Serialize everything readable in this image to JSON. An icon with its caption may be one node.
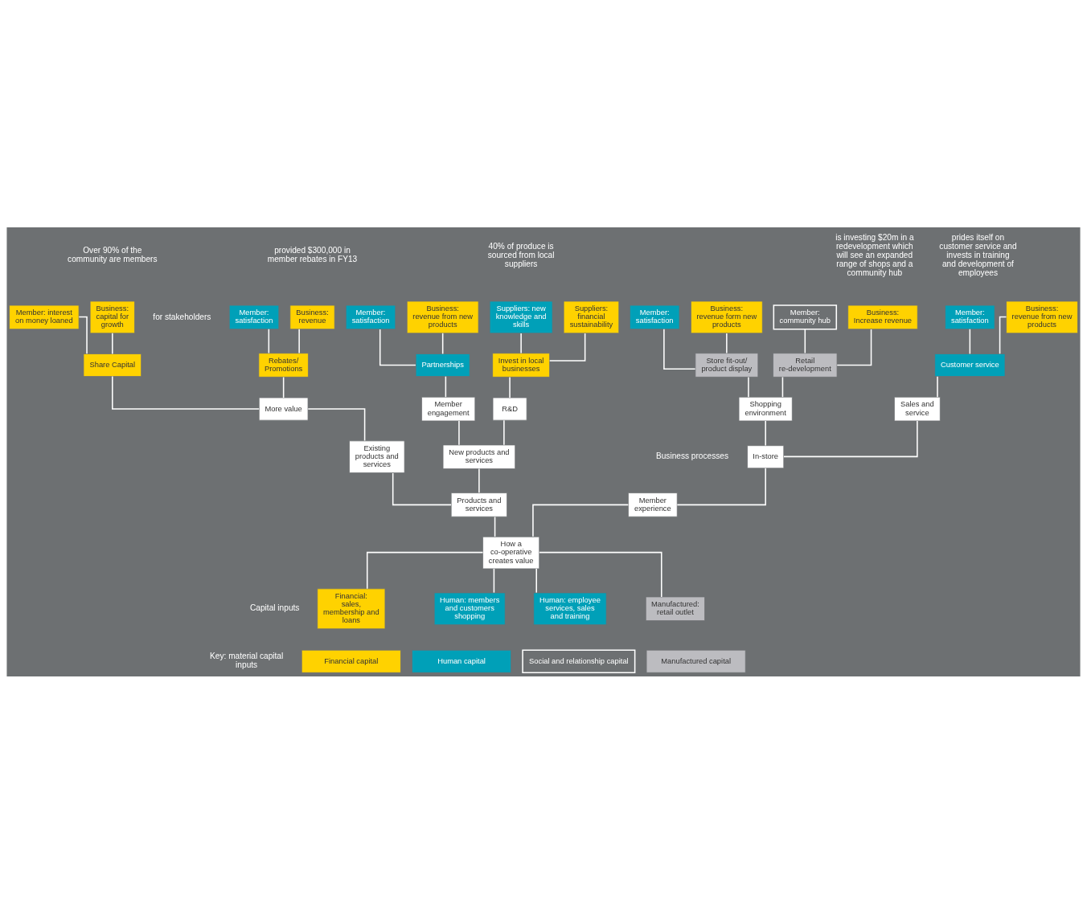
{
  "diagram": {
    "nodes": [
      {
        "text": [
          "Member: satisfaction"
        ]
      },
      {
        "text": [
          "Business: revenue"
        ]
      },
      {
        "text": [
          "Member: interest on money loaned"
        ]
      },
      {
        "text": [
          "Business: capital for growth"
        ]
      },
      {
        "text": [
          "Suppliers: financial sustainability"
        ]
      },
      {
        "text": [
          "Suppliers: new knowledge and skills"
        ]
      },
      {
        "text": [
          "Business: revenue from new products"
        ]
      },
      {
        "text": [
          "Member: satisfaction"
        ]
      },
      {
        "text": [
          "Business: revenue from new products"
        ]
      },
      {
        "text": [
          "Member: satisfaction"
        ]
      },
      {
        "text": [
          "Business: revenue form new products"
        ]
      },
      {
        "text": [
          "Member: satisfaction"
        ]
      },
      {
        "text": [
          "Business: Increase revenue"
        ]
      },
      {
        "text": [
          "Member: community hub"
        ]
      },
      {
        "text": [
          "Rebates/ Promotions"
        ]
      },
      {
        "text": [
          "Share Capital"
        ]
      },
      {
        "text": [
          "Invest in local businesses"
        ]
      },
      {
        "text": [
          "Partnerships"
        ]
      },
      {
        "text": [
          "Customer service"
        ]
      },
      {
        "text": [
          "Store fit-out/ product display"
        ]
      },
      {
        "text": [
          "Retail re-development"
        ]
      },
      {
        "text": [
          "More value"
        ]
      },
      {
        "text": [
          "R&D"
        ]
      },
      {
        "text": [
          "Member engagement"
        ]
      },
      {
        "text": [
          "Sales and service"
        ]
      },
      {
        "text": [
          "Shopping environment"
        ]
      },
      {
        "text": [
          "Existing products and services"
        ]
      },
      {
        "text": [
          "New products and services"
        ]
      },
      {
        "text": [
          "In-store"
        ]
      },
      {
        "text": [
          "Products and services"
        ]
      },
      {
        "text": [
          "Member experience"
        ]
      },
      {
        "text": [
          "How a co-operative creates value"
        ]
      },
      {
        "text": [
          "Financial: sales, membership and loans"
        ]
      },
      {
        "text": [
          "Human: members and customers shopping"
        ]
      },
      {
        "text": [
          "Human: employee services, sales and training"
        ]
      },
      {
        "text": [
          "Manufactured: retail outlet"
        ]
      }
    ],
    "edges": [
      {
        "from": 32,
        "to": 31,
        "arrow": "none"
      },
      {
        "from": 33,
        "to": 31,
        "arrow": "none"
      },
      {
        "from": 34,
        "to": 31,
        "arrow": "none"
      },
      {
        "from": 35,
        "to": 31,
        "arrow": "none"
      },
      {
        "from": 31,
        "to": 29,
        "arrow": "none"
      },
      {
        "from": 31,
        "to": 30,
        "arrow": "none"
      },
      {
        "from": 29,
        "to": 26,
        "arrow": "none"
      },
      {
        "from": 29,
        "to": 27,
        "arrow": "none"
      },
      {
        "from": 30,
        "to": 28,
        "arrow": "none"
      },
      {
        "from": 26,
        "to": 21,
        "arrow": "none"
      },
      {
        "from": 27,
        "to": 22,
        "arrow": "none"
      },
      {
        "from": 27,
        "to": 23,
        "arrow": "none"
      },
      {
        "from": 28,
        "to": 24,
        "arrow": "none"
      },
      {
        "from": 28,
        "to": 25,
        "arrow": "none"
      },
      {
        "from": 21,
        "to": 14,
        "arrow": "none"
      },
      {
        "from": 21,
        "to": 15,
        "arrow": "none"
      },
      {
        "from": 22,
        "to": 16,
        "arrow": "none"
      },
      {
        "from": 23,
        "to": 17,
        "arrow": "none"
      },
      {
        "from": 24,
        "to": 18,
        "arrow": "none"
      },
      {
        "from": 25,
        "to": 19,
        "arrow": "none"
      },
      {
        "from": 25,
        "to": 20,
        "arrow": "none"
      },
      {
        "from": 14,
        "to": 0,
        "arrow": "none"
      },
      {
        "from": 14,
        "to": 1,
        "arrow": "none"
      },
      {
        "from": 15,
        "to": 2,
        "arrow": "none"
      },
      {
        "from": 15,
        "to": 3,
        "arrow": "none"
      },
      {
        "from": 16,
        "to": 4,
        "arrow": "none"
      },
      {
        "from": 16,
        "to": 5,
        "arrow": "none"
      },
      {
        "from": 17,
        "to": 6,
        "arrow": "none"
      },
      {
        "from": 17,
        "to": 7,
        "arrow": "none"
      },
      {
        "from": 18,
        "to": 8,
        "arrow": "none"
      },
      {
        "from": 18,
        "to": 9,
        "arrow": "none"
      },
      {
        "from": 19,
        "to": 10,
        "arrow": "none"
      },
      {
        "from": 19,
        "to": 11,
        "arrow": "none"
      },
      {
        "from": 20,
        "to": 12,
        "arrow": "none"
      },
      {
        "from": 20,
        "to": 13,
        "arrow": "none"
      }
    ],
    "labels": [
      "provided $300,000 in member rebates in FY13",
      "Over 90% of the community are members",
      "40% of produce is sourced from local suppliers",
      "prides itself on customer service and invests in training and development of employees",
      "is investing $20m in a redevelopment which will see an expanded range of shops and a community hub",
      "for stakeholders",
      "Business processes",
      "Capital inputs",
      "Key: material capital inputs"
    ],
    "legend": [
      {
        "text": "Financial capital",
        "color": "#ffd200"
      },
      {
        "text": "Human capital",
        "color": "#00a0b8"
      },
      {
        "text": "Social and relationship capital"
      },
      {
        "text": "Manufactured capital",
        "color": "#bcbcc0"
      }
    ]
  }
}
